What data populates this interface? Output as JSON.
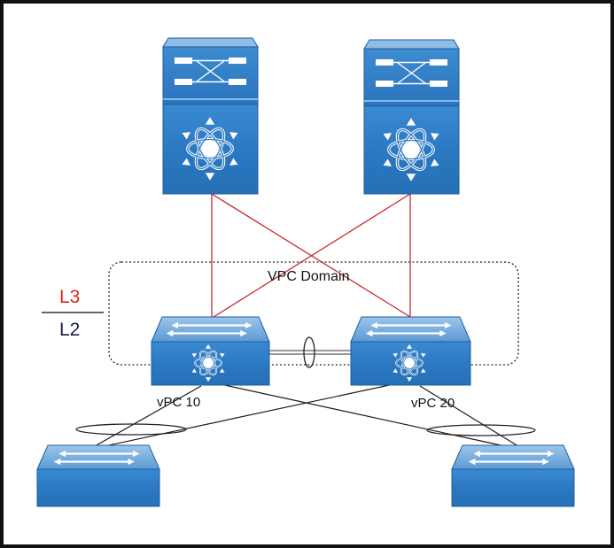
{
  "diagram": {
    "type": "network-topology",
    "labels": {
      "domain": "VPC Domain",
      "vpc_left": "vPC 10",
      "vpc_right": "vPC 20",
      "layer_top": "L3",
      "layer_bottom": "L2"
    },
    "colors": {
      "l3_text": "#d42a1e",
      "l2_text": "#16204d",
      "l3_links": "#c8282d",
      "l2_links": "#1a1a1a",
      "device_blue": "#2f7fc8",
      "device_dark": "#1f5c9e",
      "device_light": "#8fbde6"
    },
    "nodes": [
      {
        "id": "core-1",
        "kind": "core-switch",
        "tier": "core"
      },
      {
        "id": "core-2",
        "kind": "core-switch",
        "tier": "core"
      },
      {
        "id": "agg-1",
        "kind": "layer3-switch",
        "tier": "aggregation"
      },
      {
        "id": "agg-2",
        "kind": "layer3-switch",
        "tier": "aggregation"
      },
      {
        "id": "access-1",
        "kind": "layer2-switch",
        "tier": "access"
      },
      {
        "id": "access-2",
        "kind": "layer2-switch",
        "tier": "access"
      }
    ],
    "links": [
      {
        "from": "core-1",
        "to": "agg-1",
        "layer": "L3"
      },
      {
        "from": "core-1",
        "to": "agg-2",
        "layer": "L3"
      },
      {
        "from": "core-2",
        "to": "agg-1",
        "layer": "L3"
      },
      {
        "from": "core-2",
        "to": "agg-2",
        "layer": "L3"
      },
      {
        "from": "agg-1",
        "to": "agg-2",
        "layer": "peer-link"
      },
      {
        "from": "agg-1",
        "to": "access-1",
        "layer": "L2",
        "bundle": "vPC 10"
      },
      {
        "from": "agg-2",
        "to": "access-1",
        "layer": "L2",
        "bundle": "vPC 10"
      },
      {
        "from": "agg-1",
        "to": "access-2",
        "layer": "L2",
        "bundle": "vPC 20"
      },
      {
        "from": "agg-2",
        "to": "access-2",
        "layer": "L2",
        "bundle": "vPC 20"
      }
    ]
  }
}
